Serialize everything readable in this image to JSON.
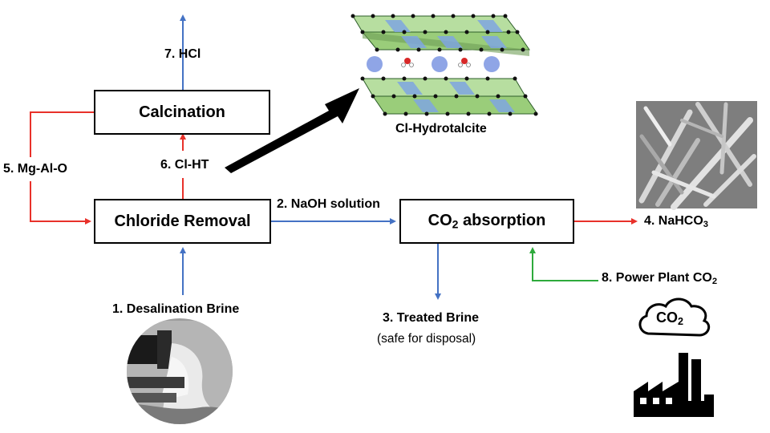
{
  "boxes": {
    "calcination": "Calcination",
    "chloride_removal": "Chloride Removal",
    "co2_absorption_main": "CO",
    "co2_absorption_sub": "2",
    "co2_absorption_rest": " absorption"
  },
  "labels": {
    "desalination_brine": "1. Desalination Brine",
    "naoh_solution": "2. NaOH solution",
    "treated_brine": "3. Treated Brine",
    "safe_for_disposal": "(safe for disposal)",
    "nahco3_main": "4. NaHCO",
    "nahco3_sub": "3",
    "mg_al_o": "5. Mg-Al-O",
    "cl_ht": "6. Cl-HT",
    "hcl": "7. HCl",
    "power_plant_main": "8. Power Plant CO",
    "power_plant_sub": "2",
    "cl_hydrotalcite": "Cl-Hydrotalcite",
    "cloud_co": "CO",
    "cloud_sub": "2"
  },
  "colors": {
    "blue": "#4472C4",
    "red": "#E8312A",
    "green": "#2EAA3C",
    "sheet_green": "#9ACD7A",
    "sheet_blue": "#7FA6E0",
    "interlayer_ion": "#8FA5E6"
  },
  "icons": [
    "brine-outfall-icon",
    "factory-co2-icon",
    "nahco3-crystals-image",
    "hydrotalcite-structure-icon"
  ]
}
